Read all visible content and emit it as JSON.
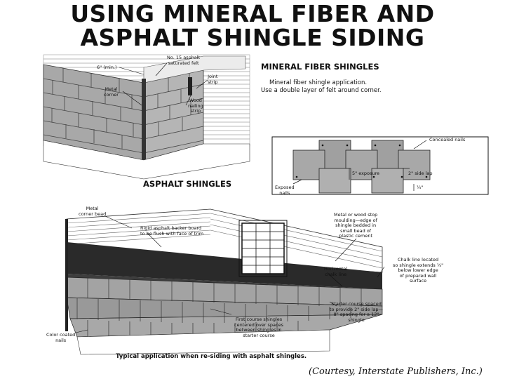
{
  "title": {
    "line1": "USING MINERAL FIBER AND",
    "line2": "ASPHALT SHINGLE SIDING"
  },
  "mineral": {
    "heading": "MINERAL FIBER SHINGLES",
    "desc1": "Mineral fiber shingle application.",
    "desc2": "Use a double layer of felt around corner.",
    "labels": {
      "min": "6\" (min.)",
      "felt": "No. 15 asphalt\nsaturated felt",
      "trim": "Joint\nstrip",
      "metal_corner": "Metal\ncorner",
      "wood_nailing": "Wood\nnailing\nstrip"
    }
  },
  "detail": {
    "concealed_nails": "Concealed nails",
    "exposure": "5\" exposure",
    "side_lap": "2\" side lap",
    "exposed_nails": "Exposed\nnails",
    "quarter": "¼\""
  },
  "asphalt": {
    "heading": "ASPHALT SHINGLES",
    "labels": {
      "metal_corner_bead": "Metal\ncorner bead",
      "backer_board": "Rigid asphalt backer board\nto be flush with face of trim",
      "stop_moulding": "Metal or wood stop\nmoulding—edge of\nshingle bedded in\nsmall bead of\nplastic cement",
      "chalk_line_located": "Chalk line located\nso shingle extends ¼\"\nbelow lower edge\nof prepared wall\nsurface",
      "horizontal_chalk": "Horizontal\nchalk line",
      "starter_course": "Starter course spaced\nto provide 2\" side lap—\n8\" spacing for a 12\"\nshingle",
      "first_course": "First course shingles\ncentered over spaces\nbetween shingles in\nstarter course",
      "color_nails": "Color coated\nnails"
    },
    "caption": "Typical application when re-siding with asphalt shingles."
  },
  "credit": "(Courtesy, Interstate Publishers, Inc.)",
  "colors": {
    "shingle": "#9a9a9a",
    "shingle_light": "#b3b3b3",
    "dark_band": "#2a2a2a",
    "siding_line": "#555555"
  }
}
